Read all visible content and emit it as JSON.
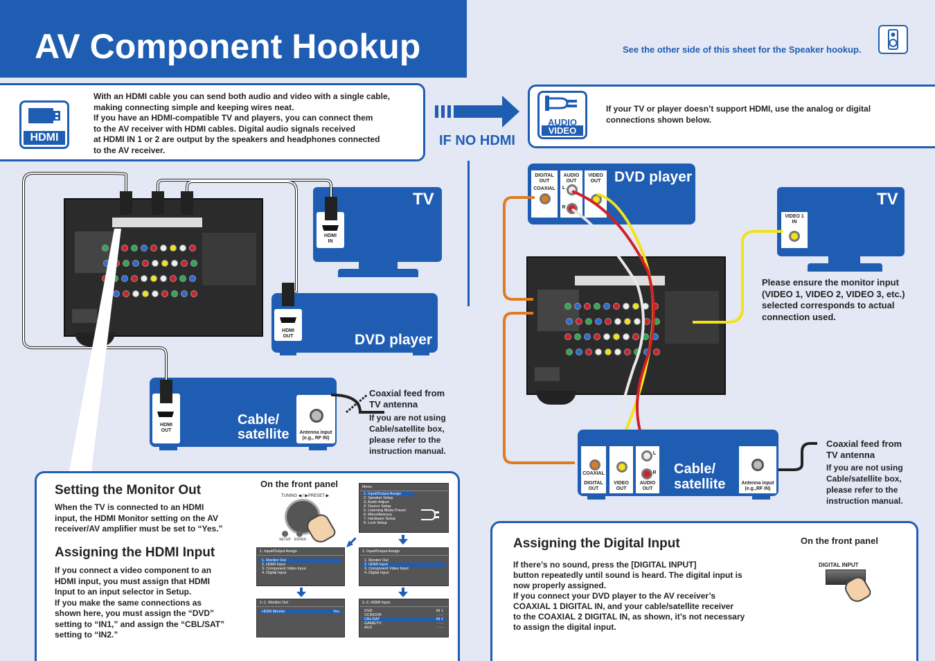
{
  "header": {
    "title": "AV Component Hookup",
    "see_other": "See the other side of this sheet for the Speaker hookup."
  },
  "hdmi_intro": {
    "icon_label": "HDMI",
    "lines": [
      "With an HDMI cable you can send both audio and video with a single cable,",
      "making connecting simple and keeping wires neat.",
      "If you have an HDMI-compatible TV and players, you can connect them",
      "to the AV receiver with HDMI cables. Digital audio signals received",
      "at HDMI IN 1 or 2 are output by the speakers and headphones connected",
      "to the AV receiver."
    ]
  },
  "if_no_hdmi": "IF NO HDMI",
  "analog_intro": {
    "icon_line1": "AUDIO",
    "icon_line2": "VIDEO",
    "lines": [
      "If your TV or player doesn’t support HDMI, use the analog or digital",
      "connections shown below."
    ]
  },
  "left_diagram": {
    "tv_label": "TV",
    "tv_port": "HDMI\nIN",
    "dvd_label": "DVD player",
    "dvd_port": "HDMI\nOUT",
    "cable_label_line1": "Cable/",
    "cable_label_line2": "satellite",
    "cable_port": "HDMI\nOUT",
    "antenna_port": "Antenna input\n(e.g., RF IN)",
    "coax_title": "Coaxial feed from\nTV antenna",
    "coax_note": "If you are not using\nCable/satellite box,\nplease refer to the\ninstruction manual."
  },
  "right_diagram": {
    "dvd_label": "DVD player",
    "dvd_digital_out": "DIGITAL\nOUT",
    "dvd_coaxial": "COAXIAL",
    "dvd_audio_out": "AUDIO\nOUT",
    "dvd_video_out": "VIDEO\nOUT",
    "dvd_l": "L",
    "dvd_r": "R",
    "tv_label": "TV",
    "tv_port": "VIDEO 1\nIN",
    "monitor_note": "Please ensure the monitor input\n(VIDEO 1, VIDEO 2, VIDEO 3, etc.)\nselected corresponds to actual\nconnection used.",
    "cable_label_line1": "Cable/",
    "cable_label_line2": "satellite",
    "cable_coaxial": "COAXIAL",
    "cable_digital_out": "DIGITAL\nOUT",
    "cable_video_out": "VIDEO\nOUT",
    "cable_audio_out": "AUDIO\nOUT",
    "cable_l": "L",
    "cable_r": "R",
    "antenna_port": "Antenna input\n(e.g.,RF IN)",
    "coax_title": "Coaxial feed from\nTV antenna",
    "coax_note": "If you are not using\nCable/satellite box,\nplease refer to the\ninstruction manual."
  },
  "setting_monitor": {
    "title": "Setting the Monitor Out",
    "text": "When the TV is connected to an HDMI\ninput, the HDMI Monitor setting on the AV\nreceiver/AV amplifier must be set to “Yes.”"
  },
  "assigning_hdmi": {
    "title": "Assigning the HDMI Input",
    "text": "If you connect a video component to an\nHDMI input, you must assign that HDMI\nInput to an input selector in Setup.\nIf you make the same connections as\nshown here, you must assign the “DVD”\nsetting to “IN1,” and assign the “CBL/SAT”\nsetting to “IN2.”"
  },
  "front_panel_left": {
    "title": "On the front panel",
    "knob_label": "TUNING ◀ / ▶PRESET ▶",
    "setup": "SETUP",
    "enter": "ENTER",
    "menu_title": "Menu",
    "menu_items": [
      "1. Input/Output Assign",
      "2. Speaker Setup",
      "3. Audio Adjust",
      "4. Source Setup",
      "5. Listening Mode Preset",
      "6. Miscellaneous",
      "7. Hardware Setup",
      "8. Lock Setup"
    ],
    "io_title": "1. Input/Output Assign",
    "io_items": [
      "1. Monitor Out",
      "2. HDMI Input",
      "3. Component Video Input",
      "4. Digital Input"
    ],
    "monitor_out_title": "1–1. Monitor Out",
    "monitor_out_row": "HDMI Monitor",
    "monitor_out_value": "Yes",
    "hdmi_input_title": "1–2. HDMI Input",
    "hdmi_rows": [
      {
        "name": "DVD",
        "value": "IN 1"
      },
      {
        "name": "VCR/DVR",
        "value": "- - -"
      },
      {
        "name": "CBL/SAT",
        "value": "IN 2"
      },
      {
        "name": "GAME/TV",
        "value": "- - -"
      },
      {
        "name": "AUX",
        "value": "- - -"
      }
    ]
  },
  "assigning_digital": {
    "title": "Assigning the Digital Input",
    "text": "If there’s no sound, press the [DIGITAL INPUT]\nbutton repeatedly until sound is heard. The digital input is\nnow properly assigned.\nIf you connect your DVD player to the AV receiver’s\nCOAXIAL 1 DIGITAL IN, and your cable/satellite receiver\nto the COAXIAL 2 DIGITAL IN, as shown, it’s not necessary\nto assign the digital input.",
    "front_panel_title": "On the front panel",
    "button_label": "DIGITAL INPUT"
  },
  "colors": {
    "brand_blue": "#1f5db3",
    "background": "#e4e8f5",
    "cable_orange": "#e07b20",
    "cable_yellow": "#f2e21a",
    "cable_red": "#d0202a"
  }
}
